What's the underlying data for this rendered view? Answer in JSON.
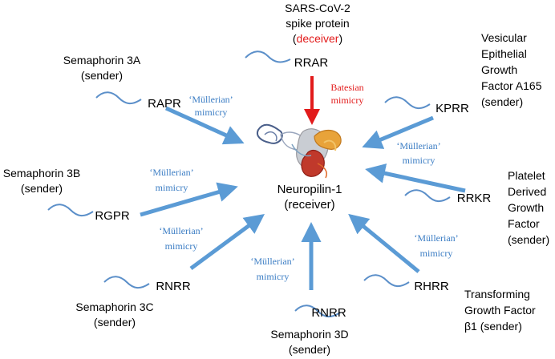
{
  "colors": {
    "arrow_blue": "#5b9bd5",
    "mimicry_text": "#3b7dc4",
    "batesian_red": "#e21b1b",
    "wave_blue": "#5b8fc9"
  },
  "receiver": {
    "name": "Neuropilin-1",
    "role": "(receiver)",
    "image": "neuropilin-protein-structure"
  },
  "deceiver": {
    "line1": "SARS-CoV-2",
    "line2": "spike protein",
    "role": "deceiver",
    "motif": "RRAR",
    "mimicry": [
      "Batesian",
      "mimicry"
    ]
  },
  "senders": [
    {
      "id": "sema3a",
      "name_lines": [
        "Semaphorin 3A",
        "(sender)"
      ],
      "motif": "RAPR",
      "mimicry": [
        "‘Müllerian’",
        "mimicry"
      ]
    },
    {
      "id": "vegfa165",
      "name_lines": [
        "Vesicular",
        "Epithelial",
        "Growth",
        "Factor A165",
        "(sender)"
      ],
      "motif": "KPRR",
      "mimicry": [
        "‘Müllerian’",
        "mimicry"
      ]
    },
    {
      "id": "sema3b",
      "name_lines": [
        "Semaphorin 3B",
        "(sender)"
      ],
      "motif": "RGPR",
      "mimicry": [
        "‘Müllerian’",
        "mimicry"
      ]
    },
    {
      "id": "pdgf",
      "name_lines": [
        "Platelet",
        "Derived",
        "Growth",
        "Factor",
        "(sender)"
      ],
      "motif": "RRKR",
      "mimicry": []
    },
    {
      "id": "sema3c",
      "name_lines": [
        "Semaphorin 3C",
        "(sender)"
      ],
      "motif": "RNRR",
      "mimicry": [
        "‘Müllerian’",
        "mimicry"
      ]
    },
    {
      "id": "tgfb1",
      "name_lines": [
        "Transforming",
        "Growth Factor",
        "β1 (sender)"
      ],
      "motif": "RHRR",
      "mimicry": [
        "‘Müllerian’",
        "mimicry"
      ]
    },
    {
      "id": "sema3d",
      "name_lines": [
        "Semaphorin 3D",
        "(sender)"
      ],
      "motif": "RNRR",
      "mimicry": [
        "‘Müllerian’",
        "mimicry"
      ]
    }
  ]
}
